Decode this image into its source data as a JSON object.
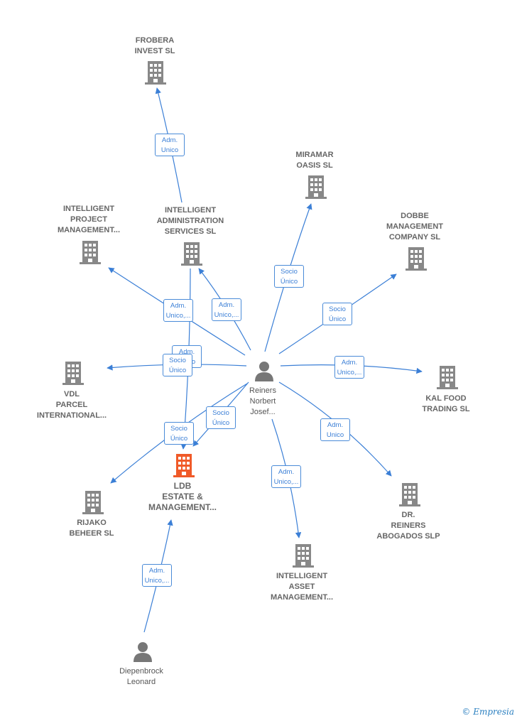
{
  "colors": {
    "edge": "#3b7fd6",
    "building": "#888888",
    "focus": "#f05a28",
    "person": "#777777"
  },
  "center": {
    "name_lines": [
      "Reiners",
      "Norbert",
      "Josef..."
    ]
  },
  "focus_company": {
    "name_lines": [
      "LDB",
      "ESTATE &",
      "MANAGEMENT..."
    ]
  },
  "companies": [
    {
      "id": "frobera",
      "name_lines": [
        "FROBERA",
        "INVEST SL"
      ]
    },
    {
      "id": "miramar",
      "name_lines": [
        "MIRAMAR",
        "OASIS  SL"
      ]
    },
    {
      "id": "dobbe",
      "name_lines": [
        "DOBBE",
        "MANAGEMENT",
        "COMPANY  SL"
      ]
    },
    {
      "id": "intelligent-project",
      "name_lines": [
        "INTELLIGENT",
        "PROJECT",
        "MANAGEMENT..."
      ]
    },
    {
      "id": "intelligent-admin",
      "name_lines": [
        "INTELLIGENT",
        "ADMINISTRATION",
        "SERVICES  SL"
      ]
    },
    {
      "id": "vdl",
      "name_lines": [
        "VDL",
        "PARCEL",
        "INTERNATIONAL..."
      ]
    },
    {
      "id": "kal",
      "name_lines": [
        "KAL FOOD",
        "TRADING  SL"
      ]
    },
    {
      "id": "rijako",
      "name_lines": [
        "RIJAKO",
        "BEHEER  SL"
      ]
    },
    {
      "id": "dr-reiners",
      "name_lines": [
        "DR.",
        "REINERS",
        "ABOGADOS SLP"
      ]
    },
    {
      "id": "intelligent-asset",
      "name_lines": [
        "INTELLIGENT",
        "ASSET",
        "MANAGEMENT..."
      ]
    }
  ],
  "persons": [
    {
      "id": "diepenbrock",
      "name_lines": [
        "Diepenbrock",
        "Leonard"
      ]
    }
  ],
  "edge_labels": [
    {
      "id": "e-frobera",
      "lines": [
        "Adm.",
        "Unico"
      ]
    },
    {
      "id": "e-miramar",
      "lines": [
        "Socio",
        "Único"
      ]
    },
    {
      "id": "e-dobbe",
      "lines": [
        "Socio",
        "Único"
      ]
    },
    {
      "id": "e-intproject",
      "lines": [
        "Adm.",
        "Unico,..."
      ]
    },
    {
      "id": "e-intadmin",
      "lines": [
        "Adm.",
        "Unico,..."
      ]
    },
    {
      "id": "e-hidden",
      "lines": [
        "Adm.",
        "Unico"
      ]
    },
    {
      "id": "e-vdl",
      "lines": [
        "Socio",
        "Único"
      ]
    },
    {
      "id": "e-kal",
      "lines": [
        "Adm.",
        "Unico,..."
      ]
    },
    {
      "id": "e-ldb",
      "lines": [
        "Socio",
        "Único"
      ]
    },
    {
      "id": "e-rijako",
      "lines": [
        "Socio",
        "Único"
      ]
    },
    {
      "id": "e-drreiners",
      "lines": [
        "Adm.",
        "Unico"
      ]
    },
    {
      "id": "e-intasset",
      "lines": [
        "Adm.",
        "Unico,..."
      ]
    },
    {
      "id": "e-diepenbrock",
      "lines": [
        "Adm.",
        "Unico,..."
      ]
    }
  ],
  "brand": {
    "symbol": "©",
    "name": "Empresia"
  }
}
